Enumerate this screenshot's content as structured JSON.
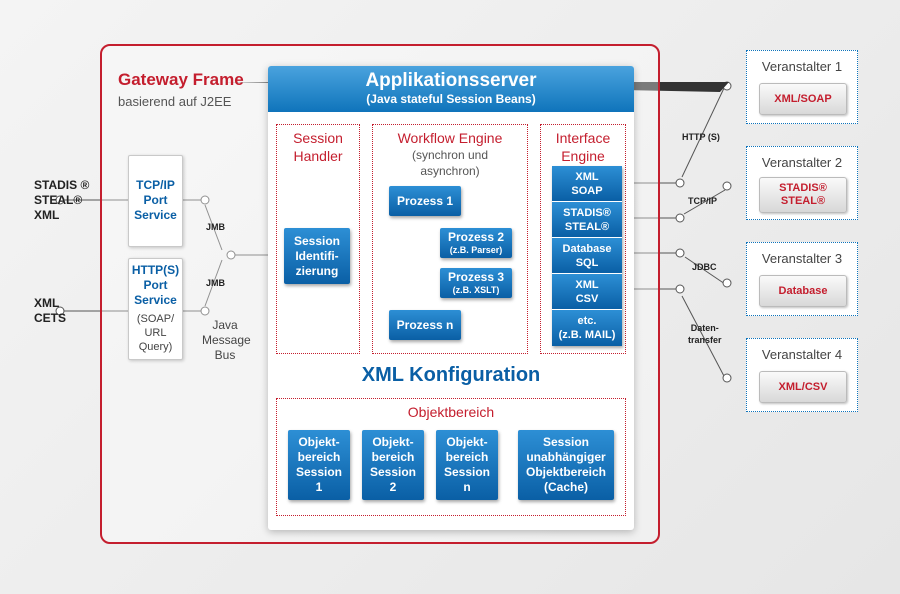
{
  "gateway": {
    "title": "Gateway Frame",
    "subtitle": "basierend auf J2EE"
  },
  "appserver": {
    "title": "Applikationsserver",
    "subtitle": "(Java stateful Session Beans)"
  },
  "session_handler": {
    "title_line1": "Session",
    "title_line2": "Handler",
    "button_lines": [
      "Session",
      "Identifi-",
      "zierung"
    ]
  },
  "workflow": {
    "title": "Workflow Engine",
    "sub_line1": "(synchron und",
    "sub_line2": "asynchron)",
    "p1": "Prozess 1",
    "p2": "Prozess 2",
    "p2_sub": "(z.B. Parser)",
    "p3": "Prozess 3",
    "p3_sub": "(z.B. XSLT)",
    "pn": "Prozess n"
  },
  "interface": {
    "title_line1": "Interface",
    "title_line2": "Engine",
    "items": [
      {
        "l1": "XML",
        "l2": "SOAP"
      },
      {
        "l1": "STADIS®",
        "l2": "STEAL®"
      },
      {
        "l1": "Database",
        "l2": "SQL"
      },
      {
        "l1": "XML",
        "l2": "CSV"
      },
      {
        "l1": "etc.",
        "l2": "(z.B. MAIL)"
      }
    ]
  },
  "xml_konfiguration": "XML Konfiguration",
  "objektbereich": {
    "title": "Objektbereich",
    "items": [
      {
        "lines": [
          "Objekt-",
          "bereich",
          "Session",
          "1"
        ]
      },
      {
        "lines": [
          "Objekt-",
          "bereich",
          "Session",
          "2"
        ]
      },
      {
        "lines": [
          "Objekt-",
          "bereich",
          "Session",
          "n"
        ]
      },
      {
        "lines": [
          "Session",
          "unabhängiger",
          "Objektbereich",
          "(Cache)"
        ]
      }
    ]
  },
  "left_inputs": {
    "a_l1": "STADIS ®",
    "a_l2": "STEAL® ",
    "a_l3": "XML",
    "b_l1": "XML",
    "b_l2": "CETS"
  },
  "ports": {
    "tcp": {
      "l1": "TCP/IP",
      "l2": "Port",
      "l3": "Service"
    },
    "http": {
      "l1": "HTTP(S)",
      "l2": "Port",
      "l3": "Service",
      "l4": "(SOAP/",
      "l5": "URL",
      "l6": "Query)"
    }
  },
  "jmb1": "JMB",
  "jmb2": "JMB",
  "bus": {
    "l1": "Java",
    "l2": "Message",
    "l3": "Bus"
  },
  "connections": {
    "http": "HTTP (S)",
    "tcpip": "TCP/IP",
    "jdbc": "JDBC",
    "daten_l1": "Daten-",
    "daten_l2": "transfer"
  },
  "veranstalter": [
    {
      "title": "Veranstalter 1",
      "l1": "XML/SOAP",
      "l2": ""
    },
    {
      "title": "Veranstalter 2",
      "l1": "STADIS®",
      "l2": "STEAL®"
    },
    {
      "title": "Veranstalter 3",
      "l1": "Database",
      "l2": ""
    },
    {
      "title": "Veranstalter 4",
      "l1": "XML/CSV",
      "l2": ""
    }
  ],
  "colors": {
    "red": "#c41e2e",
    "blue": "#0f74bb"
  }
}
